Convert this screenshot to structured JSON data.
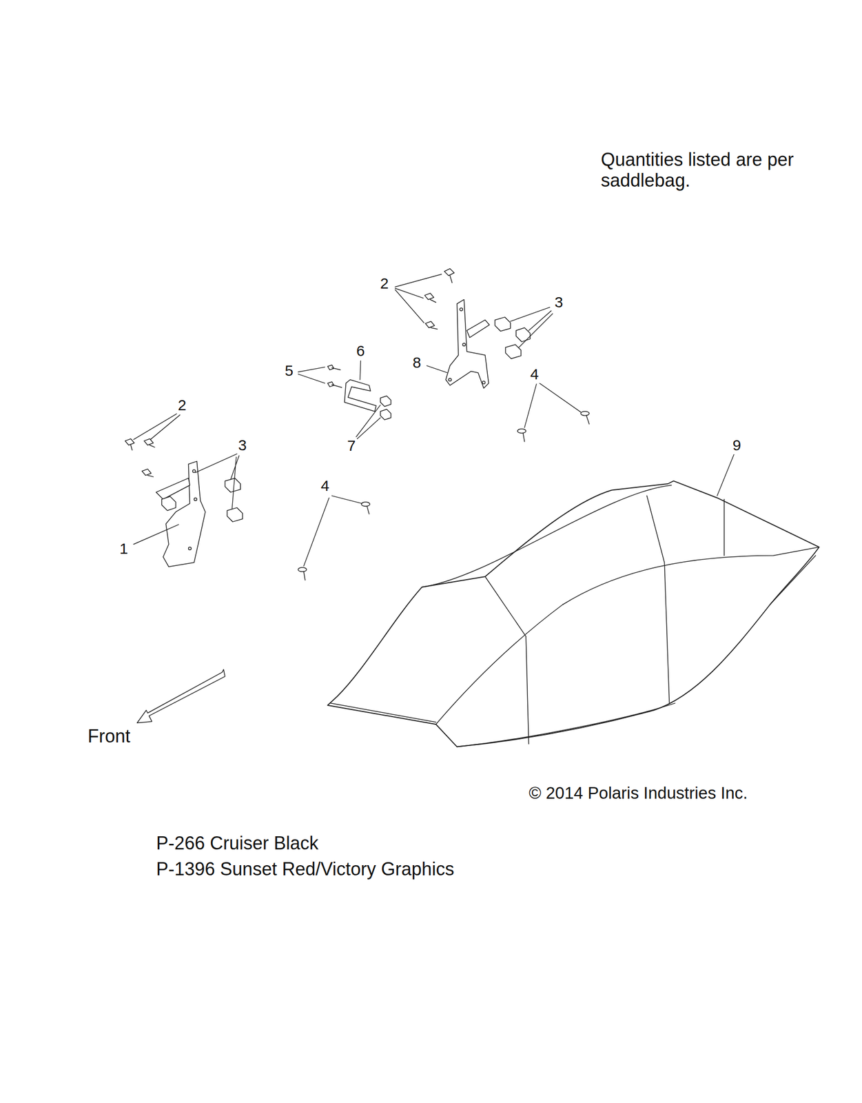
{
  "diagram": {
    "labels": [
      "Quantities listed are per saddlebag.",
      "2",
      "3",
      "6",
      "8",
      "5",
      "4",
      "2",
      "3",
      "9",
      "7",
      "4",
      "1",
      "Front",
      "© 2014 Polaris Industries Inc.",
      "P-266 Cruiser Black",
      "P-1396 Sunset Red/Victory Graphics"
    ]
  }
}
